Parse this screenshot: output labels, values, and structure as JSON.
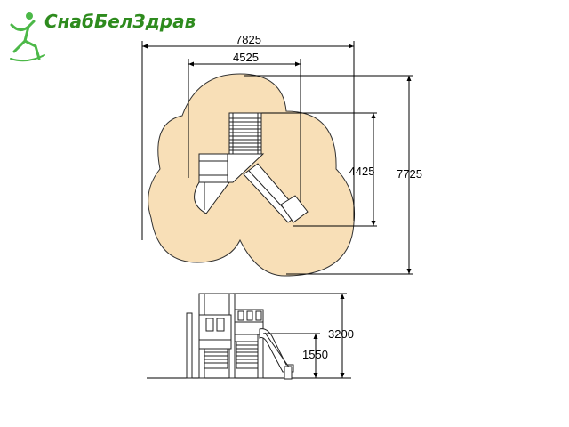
{
  "brand": {
    "name": "СнабБелЗдрав",
    "logo_icon": "running-figure-icon",
    "text_color": "#2e8b1e",
    "logo_color": "#4cb848"
  },
  "plan_view": {
    "area_fill": "#f8dfb7",
    "dimensions": {
      "overall_width": "7825",
      "inner_width": "4525",
      "inner_height": "4425",
      "overall_height": "7725"
    }
  },
  "elevation_view": {
    "dimensions": {
      "total_height": "3200",
      "platform_height": "1550"
    }
  }
}
